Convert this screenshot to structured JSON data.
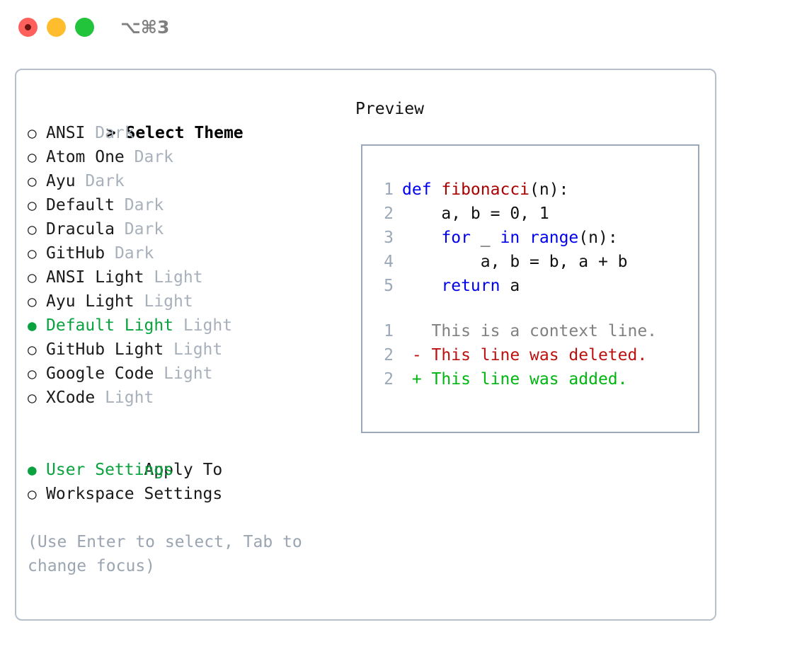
{
  "window": {
    "title_shortcut": "⌥⌘3",
    "traffic_lights": [
      {
        "name": "close",
        "color": "#FF605C"
      },
      {
        "name": "minimize",
        "color": "#FFBD2E"
      },
      {
        "name": "maximize",
        "color": "#22C43C"
      }
    ]
  },
  "accent": {
    "green": "#0aa23e",
    "muted": "#a8b0bb",
    "hint": "#9aa5b1",
    "border": "#b6bfcc",
    "preview_border": "#9aa8b8"
  },
  "theme_picker": {
    "header": "> Select Theme",
    "marker_selected": "●",
    "marker_unselected": "○",
    "items": [
      {
        "label": "ANSI",
        "tag": "Dark",
        "selected": false
      },
      {
        "label": "Atom One",
        "tag": "Dark",
        "selected": false
      },
      {
        "label": "Ayu",
        "tag": "Dark",
        "selected": false
      },
      {
        "label": "Default",
        "tag": "Dark",
        "selected": false
      },
      {
        "label": "Dracula",
        "tag": "Dark",
        "selected": false
      },
      {
        "label": "GitHub",
        "tag": "Dark",
        "selected": false
      },
      {
        "label": "ANSI Light",
        "tag": "Light",
        "selected": false
      },
      {
        "label": "Ayu Light",
        "tag": "Light",
        "selected": false
      },
      {
        "label": "Default Light",
        "tag": "Light",
        "selected": true
      },
      {
        "label": "GitHub Light",
        "tag": "Light",
        "selected": false
      },
      {
        "label": "Google Code",
        "tag": "Light",
        "selected": false
      },
      {
        "label": "XCode",
        "tag": "Light",
        "selected": false
      }
    ]
  },
  "apply_to": {
    "header": "Apply To",
    "items": [
      {
        "label": "User Settings",
        "selected": true
      },
      {
        "label": "Workspace Settings",
        "selected": false
      }
    ]
  },
  "hint": "(Use Enter to select, Tab to change focus)",
  "preview": {
    "title": "Preview",
    "code_lines": [
      {
        "num": "1",
        "tokens": [
          {
            "t": "def ",
            "c": "kw"
          },
          {
            "t": "fibonacci",
            "c": "fn"
          },
          {
            "t": "(n):",
            "c": "pl"
          }
        ]
      },
      {
        "num": "2",
        "tokens": [
          {
            "t": "    a, b = 0, 1",
            "c": "pl"
          }
        ]
      },
      {
        "num": "3",
        "tokens": [
          {
            "t": "    ",
            "c": "pl"
          },
          {
            "t": "for",
            "c": "kw"
          },
          {
            "t": " _ ",
            "c": "pl"
          },
          {
            "t": "in",
            "c": "kw"
          },
          {
            "t": " ",
            "c": "pl"
          },
          {
            "t": "range",
            "c": "kw"
          },
          {
            "t": "(n):",
            "c": "pl"
          }
        ]
      },
      {
        "num": "4",
        "tokens": [
          {
            "t": "        a, b = b, a + b",
            "c": "pl"
          }
        ]
      },
      {
        "num": "5",
        "tokens": [
          {
            "t": "    ",
            "c": "pl"
          },
          {
            "t": "return",
            "c": "kw"
          },
          {
            "t": " a",
            "c": "pl"
          }
        ]
      }
    ],
    "diff_lines": [
      {
        "num": "1",
        "sign": "  ",
        "text": "This is a context line.",
        "kind": "ctx"
      },
      {
        "num": "2",
        "sign": "- ",
        "text": "This line was deleted.",
        "kind": "del"
      },
      {
        "num": "2",
        "sign": "+ ",
        "text": "This line was added.",
        "kind": "add"
      }
    ]
  }
}
